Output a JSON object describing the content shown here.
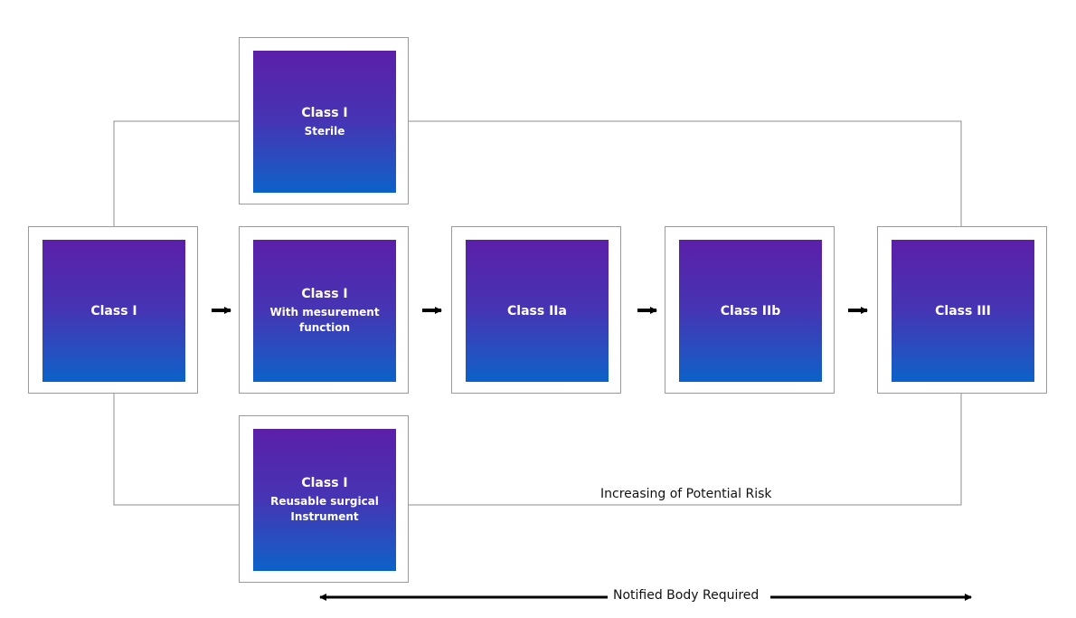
{
  "nodes": [
    {
      "id": "class-i",
      "title": "Class I",
      "subtitle": ""
    },
    {
      "id": "class-i-sterile",
      "title": "Class I",
      "subtitle": "Sterile"
    },
    {
      "id": "class-i-measurement",
      "title": "Class I",
      "subtitle": "With mesurement function"
    },
    {
      "id": "class-i-reusable",
      "title": "Class I",
      "subtitle": "Reusable surgical Instrument"
    },
    {
      "id": "class-iia",
      "title": "Class IIa",
      "subtitle": ""
    },
    {
      "id": "class-iib",
      "title": "Class IIb",
      "subtitle": ""
    },
    {
      "id": "class-iii",
      "title": "Class III",
      "subtitle": ""
    }
  ],
  "risk_label": "Increasing of Potential Risk",
  "notified_body_label": "Notified Body Required",
  "colors": {
    "tile_top": "#5b1fa8",
    "tile_bottom": "#0a62c9",
    "border": "#9a9a9a",
    "line": "#8c8c8c",
    "arrow": "#000000"
  }
}
